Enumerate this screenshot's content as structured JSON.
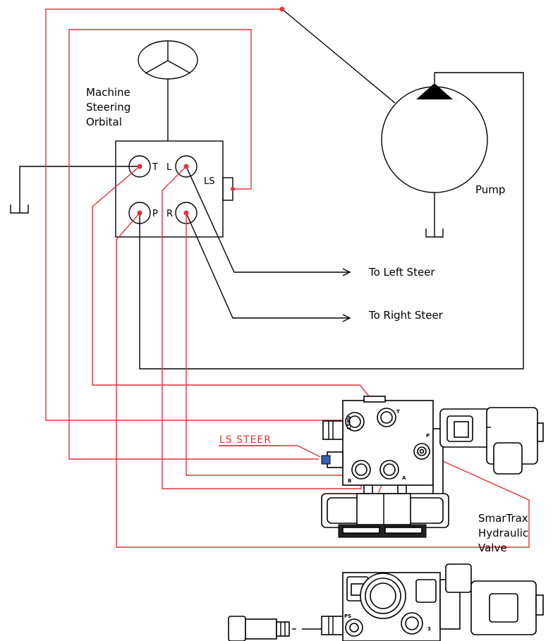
{
  "orbital": {
    "label_line1": "Machine",
    "label_line2": "Steering",
    "label_line3": "Orbital",
    "port_t": "T",
    "port_l": "L",
    "port_p": "P",
    "port_r": "R",
    "port_ls": "LS"
  },
  "pump": {
    "label": "Pump"
  },
  "outputs": {
    "left": "To Left Steer",
    "right": "To Right Steer"
  },
  "valve": {
    "name_line1": "SmarTrax",
    "name_line2": "Hydraulic",
    "name_line3": "Valve",
    "ls_steer": "LS STEER",
    "port_t": "T",
    "port_p": "P",
    "port_lspv": "LSPV",
    "port_b": "B",
    "port_a": "A"
  },
  "sensor_block": {
    "port_ps": "PS",
    "port_3": "3"
  },
  "colors": {
    "line_black": "#000000",
    "line_red": "#e53238"
  }
}
